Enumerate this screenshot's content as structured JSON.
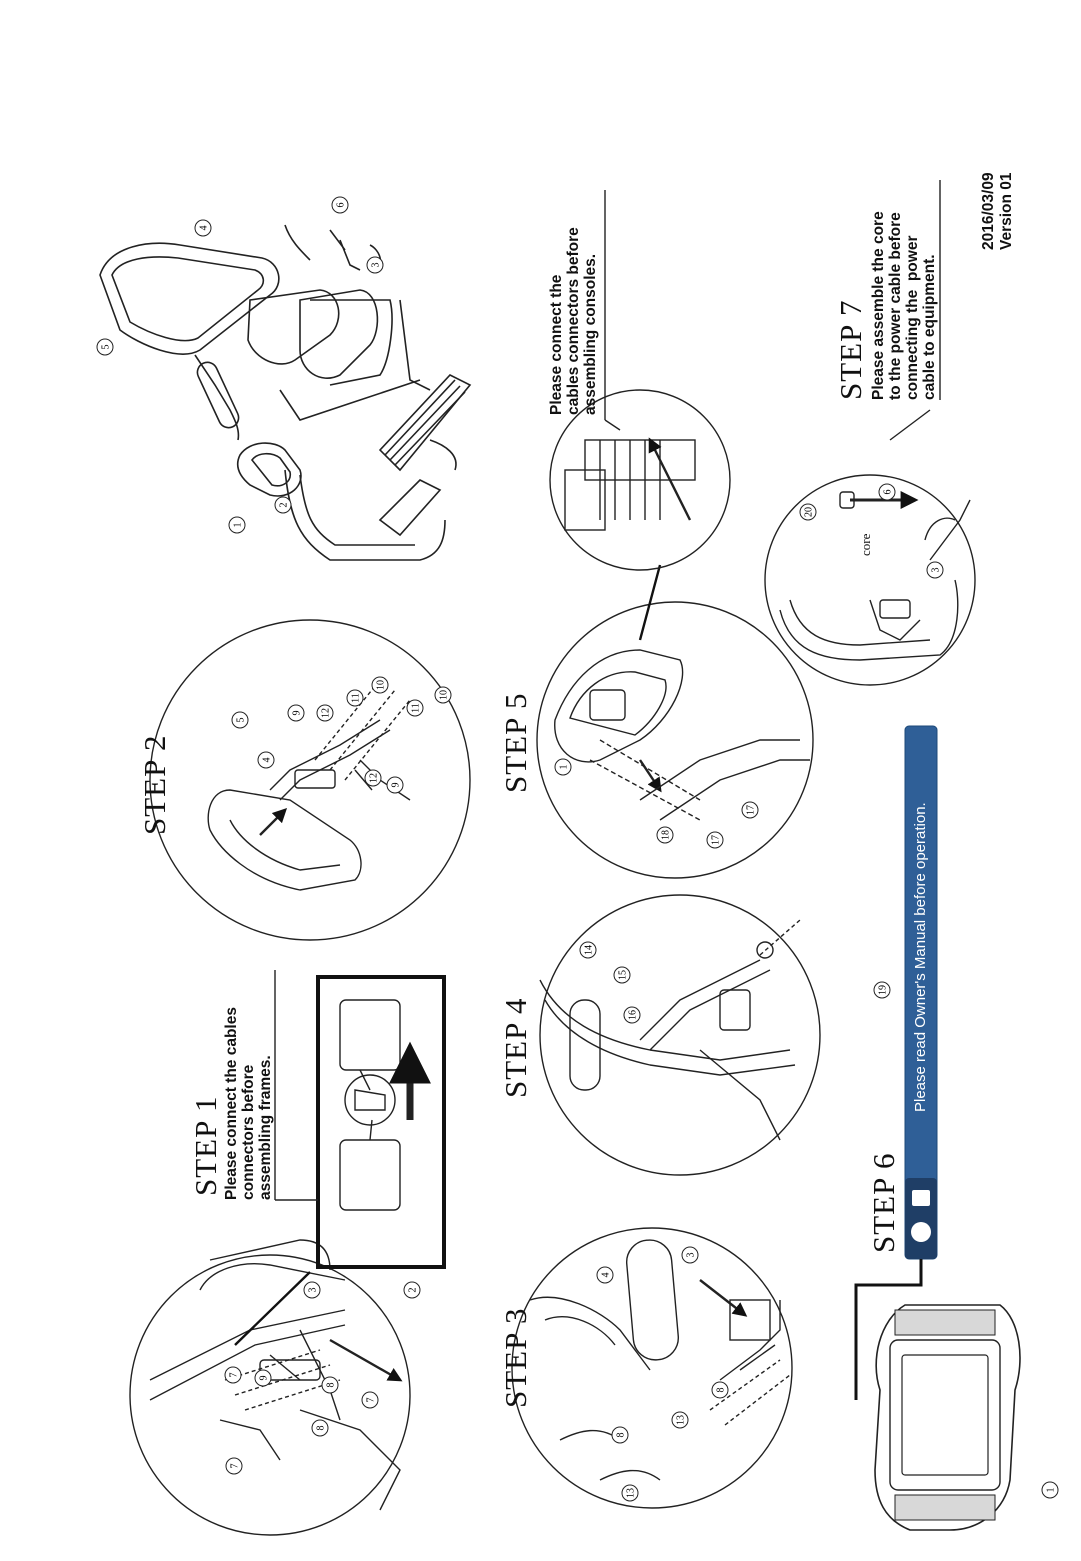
{
  "steps": {
    "step1": "STEP  1",
    "step2": "STEP  2",
    "step3": "STEP  3",
    "step4": "STEP  4",
    "step5": "STEP  5",
    "step6": "STEP  6",
    "step7": "STEP  7"
  },
  "notes": {
    "step1": "Please connect the cables\nconnectors before\nassembling frames.",
    "step5": "Please connect the\ncables connectors before\nassembling consoles.",
    "step7": "Please assemble the core\nto the power cable before\nconnecting the  power\ncable to equipment."
  },
  "banner": {
    "text": "Please read Owner's Manual before operation."
  },
  "labels": {
    "core": "core"
  },
  "document": {
    "date": "2016/03/09",
    "version": "Version 01"
  },
  "callouts": {
    "overview": [
      "1",
      "2",
      "3",
      "4",
      "5",
      "6"
    ],
    "step1": [
      "7",
      "9",
      "7",
      "8",
      "8",
      "7",
      "3",
      "2"
    ],
    "step2": [
      "5",
      "4",
      "9",
      "12",
      "11",
      "10",
      "9",
      "12",
      "11",
      "10"
    ],
    "step3": [
      "13",
      "8",
      "13",
      "8",
      "4",
      "3"
    ],
    "step4": [
      "14",
      "15",
      "16"
    ],
    "step5": [
      "1",
      "18",
      "17",
      "17"
    ],
    "step6": [
      "19",
      "1"
    ],
    "step7": [
      "20",
      "6",
      "3"
    ]
  },
  "colors": {
    "banner": "#2f5f97",
    "line": "#1a1a1a"
  }
}
